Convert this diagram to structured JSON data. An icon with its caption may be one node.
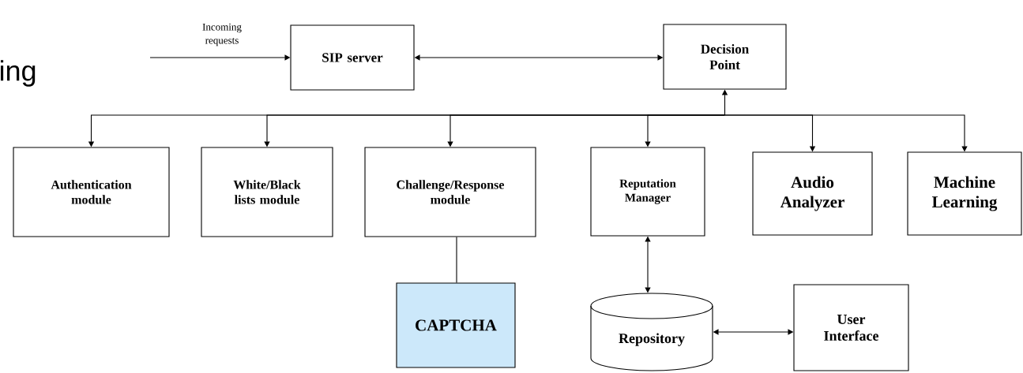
{
  "diagram": {
    "nodes": [
      {
        "text": [
          "SIP server"
        ]
      },
      {
        "text": [
          "Decision Point"
        ]
      },
      {
        "text": [
          "Authentication module"
        ]
      },
      {
        "text": [
          "White/Black lists module"
        ]
      },
      {
        "text": [
          "Challenge/Response module"
        ]
      },
      {
        "text": [
          "Reputation Manager"
        ]
      },
      {
        "text": [
          "Audio Analyzer"
        ]
      },
      {
        "text": [
          "Machine Learning"
        ]
      },
      {
        "text": [
          "CAPTCHA"
        ]
      },
      {
        "text": [
          "Repository"
        ]
      },
      {
        "text": [
          "User Interface"
        ]
      }
    ],
    "edges": [
      {
        "from": null,
        "to": 0,
        "arrow": "to",
        "label": "Incoming requests"
      },
      {
        "from": 0,
        "to": 1,
        "arrow": "both"
      },
      {
        "from": 1,
        "to": 2,
        "arrow": "both"
      },
      {
        "from": 1,
        "to": 3,
        "arrow": "both"
      },
      {
        "from": 1,
        "to": 4,
        "arrow": "both"
      },
      {
        "from": 1,
        "to": 5,
        "arrow": "both"
      },
      {
        "from": 1,
        "to": 6,
        "arrow": "both"
      },
      {
        "from": 1,
        "to": 7,
        "arrow": "both"
      },
      {
        "from": 4,
        "to": 8,
        "arrow": "none"
      },
      {
        "from": 5,
        "to": 9,
        "arrow": "both"
      },
      {
        "from": 9,
        "to": 10,
        "arrow": "both"
      }
    ],
    "labels": [
      "ing"
    ]
  }
}
